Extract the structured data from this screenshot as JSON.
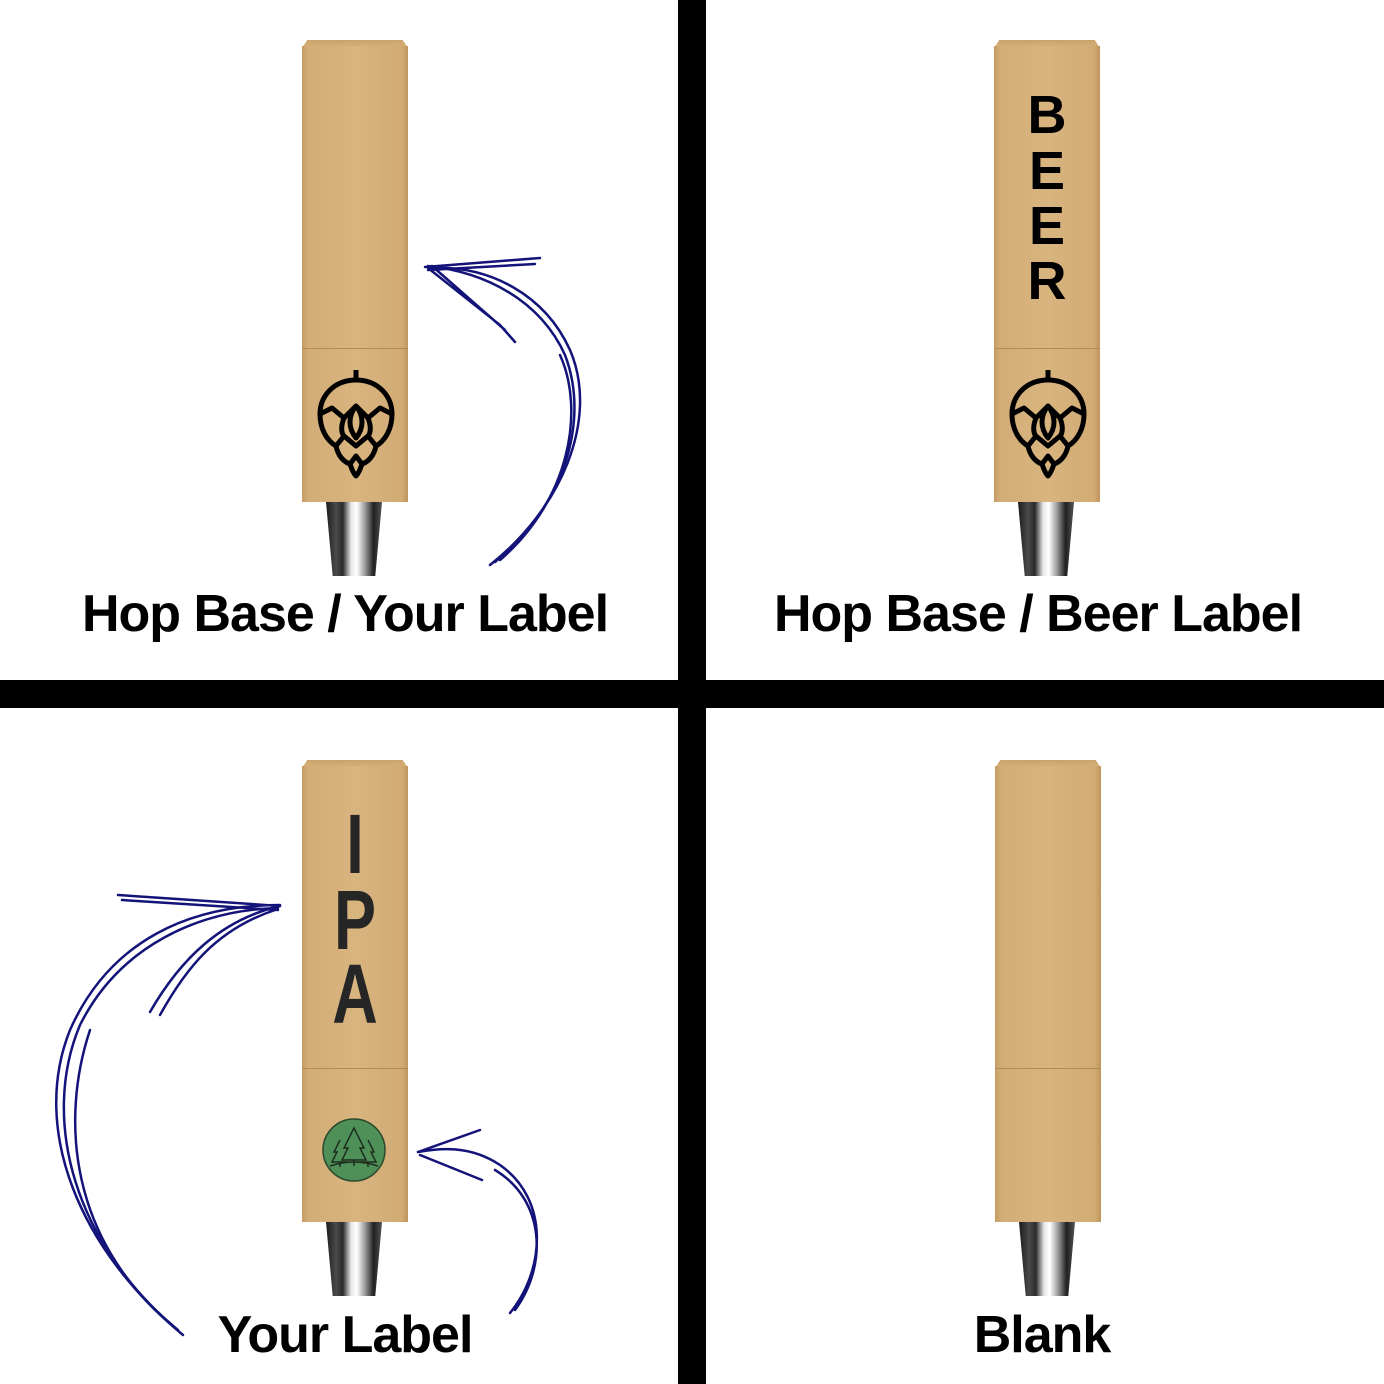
{
  "panels": [
    {
      "caption": "Hop Base / Your Label",
      "base_icon": "hop-icon"
    },
    {
      "caption": "Hop Base / Beer Label",
      "label_letters": [
        "B",
        "E",
        "E",
        "R"
      ],
      "base_icon": "hop-icon"
    },
    {
      "caption": "Your Label",
      "label_letters": [
        "I",
        "P",
        "A"
      ],
      "base_icon": "forest-circle-icon"
    },
    {
      "caption": "Blank"
    }
  ],
  "colors": {
    "arrow": "#13137a",
    "wood": "#d6b27c",
    "forest": "#4f8f58"
  }
}
